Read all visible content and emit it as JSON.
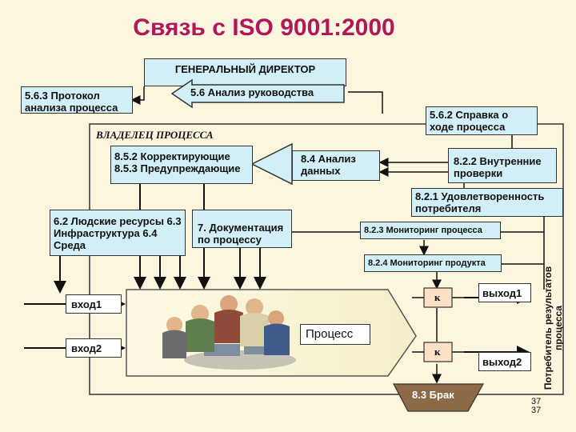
{
  "title": "Связь с ISO 9001:2000",
  "director": "ГЕНЕРАЛЬНЫЙ ДИРЕКТОР",
  "protocol": "5.6.3 Протокол анализа процесса",
  "analysis_mgmt": "5.6 Анализ руководства",
  "status_report": "5.6.2 Справка о ходе процесса",
  "owner": "ВЛАДЕЛЕЦ ПРОЦЕССА",
  "corrective": "8.5.2 Корректирующие 8.5.3 Предупреждающие",
  "data_analysis": "8.4 Анализ данных",
  "internal_audit": "8.2.2 Внутренние проверки",
  "satisfaction": "8.2.1 Удовлетворенность потребителя",
  "resources": "6.2 Людские ресурсы 6.3 Инфраструктура 6.4 Среда",
  "documentation": "7. Документация по процессу",
  "process_monitoring": "8.2.3 Мониторинг процесса",
  "product_monitoring": "8.2.4 Мониторинг продукта",
  "input1": "вход1",
  "input2": "вход2",
  "process": "Процесс",
  "control": "к",
  "output1": "выход1",
  "output2": "выход2",
  "defect": "8.3 Брак",
  "consumer": "Потребитель результатов процесса",
  "page_number": "37",
  "colors": {
    "box": "#d2eef6",
    "title": "#b0185a",
    "background": "#fdf6df",
    "process_bar": "#fbf6d8"
  },
  "icons": {
    "people_image": "people-at-computer-clipart"
  }
}
